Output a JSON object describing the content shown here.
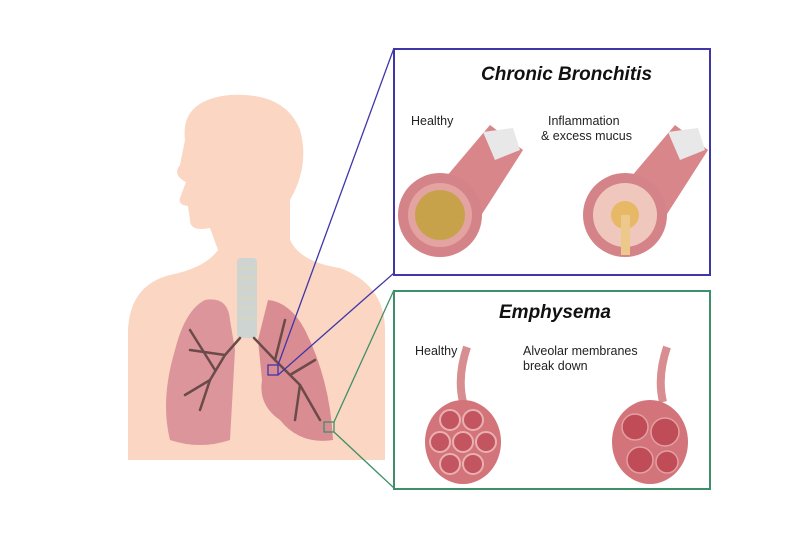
{
  "diagram": {
    "subject": "human torso with lungs",
    "colors": {
      "skin": "#fbd6c2",
      "lung": "#d98d91",
      "bronchi": "#6b4a4a",
      "trachea": "#c9d0ce",
      "chronic_bronchitis_border": "#3f36a8",
      "emphysema_border": "#3f8f6a"
    },
    "panels": [
      {
        "title": "Chronic Bronchitis",
        "labels": [
          "Healthy",
          "Inflammation",
          "& excess mucus"
        ]
      },
      {
        "title": "Emphysema",
        "labels": [
          "Healthy",
          "Alveolar membranes",
          "break down"
        ]
      }
    ]
  }
}
